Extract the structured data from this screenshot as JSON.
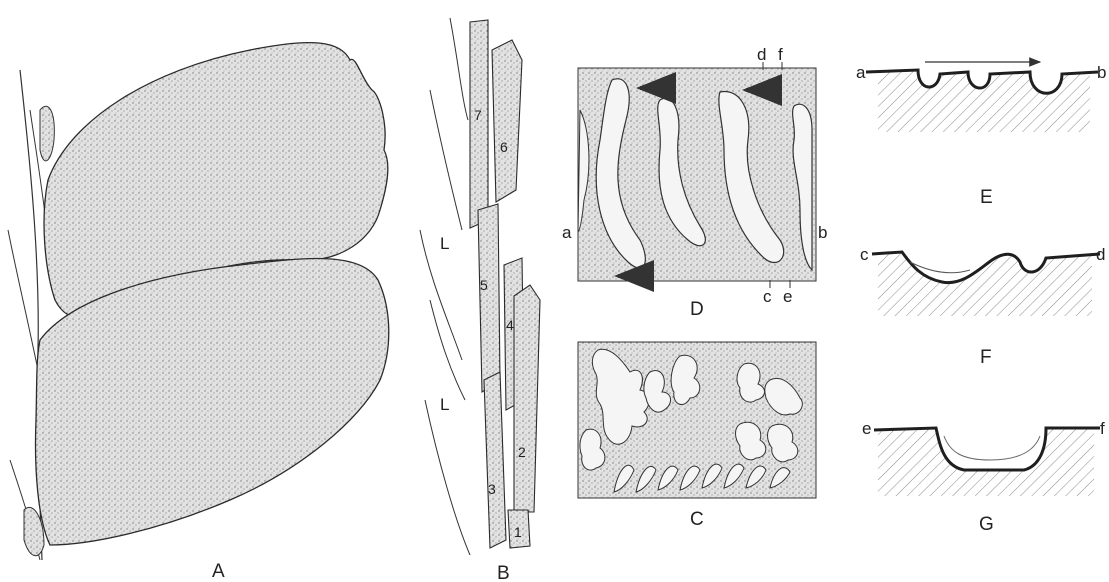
{
  "colors": {
    "ink": "#2b2b2b",
    "stipple_fill": "#d6d6d6",
    "light_fill": "#f4f4f4",
    "hatch": "#777777",
    "background": "#ffffff"
  },
  "panels": {
    "A": {
      "label": "A"
    },
    "B": {
      "label": "B",
      "leaf_labels": [
        "L",
        "L"
      ],
      "segments": [
        "1",
        "2",
        "3",
        "4",
        "5",
        "6",
        "7"
      ]
    },
    "C": {
      "label": "C"
    },
    "D": {
      "label": "D",
      "markers": [
        "a",
        "b",
        "c",
        "d",
        "e",
        "f"
      ]
    },
    "E": {
      "label": "E",
      "ends": [
        "a",
        "b"
      ]
    },
    "F": {
      "label": "F",
      "ends": [
        "c",
        "d"
      ]
    },
    "G": {
      "label": "G",
      "ends": [
        "e",
        "f"
      ]
    }
  },
  "icons": {
    "flow_arrows": "left-arrow-icon",
    "direction_arrow": "right-arrow-icon"
  }
}
